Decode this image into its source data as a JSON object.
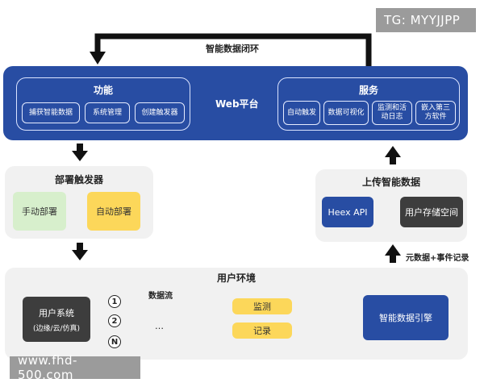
{
  "watermarks": {
    "top_right": "TG: MYYJJPP",
    "bottom_left": "www.fhd-500.com"
  },
  "loop_label": "智能数据闭环",
  "web_platform": {
    "center_label": "Web平台",
    "features": {
      "title": "功能",
      "items": [
        "捕获智能数据",
        "系统管理",
        "创建触发器"
      ]
    },
    "services": {
      "title": "服务",
      "items": [
        "自动触发",
        "数据可视化",
        "监测和活动日志",
        "嵌入第三方软件"
      ]
    }
  },
  "deploy_triggers": {
    "title": "部署触发器",
    "manual": "手动部署",
    "auto": "自动部署"
  },
  "upload": {
    "title": "上传智能数据",
    "api": "Heex API",
    "storage": "用户存储空间",
    "metadata_label": "元数据+事件记录"
  },
  "user_env": {
    "title": "用户环境",
    "user_system": {
      "line1": "用户系统",
      "line2": "(边缘/云/仿真)"
    },
    "data_flow_label": "数据流",
    "circles": [
      "1",
      "2",
      "N"
    ],
    "ellipsis": "…",
    "monitor": "监测",
    "record": "记录",
    "engine": "智能数据引擎"
  },
  "colors": {
    "navy": "#284da3",
    "yellow": "#fcd75a",
    "green": "#d7efcc",
    "dark": "#3d3d3d",
    "panel": "#f1f1f1",
    "arrow_yellow": "#f4c54a"
  }
}
